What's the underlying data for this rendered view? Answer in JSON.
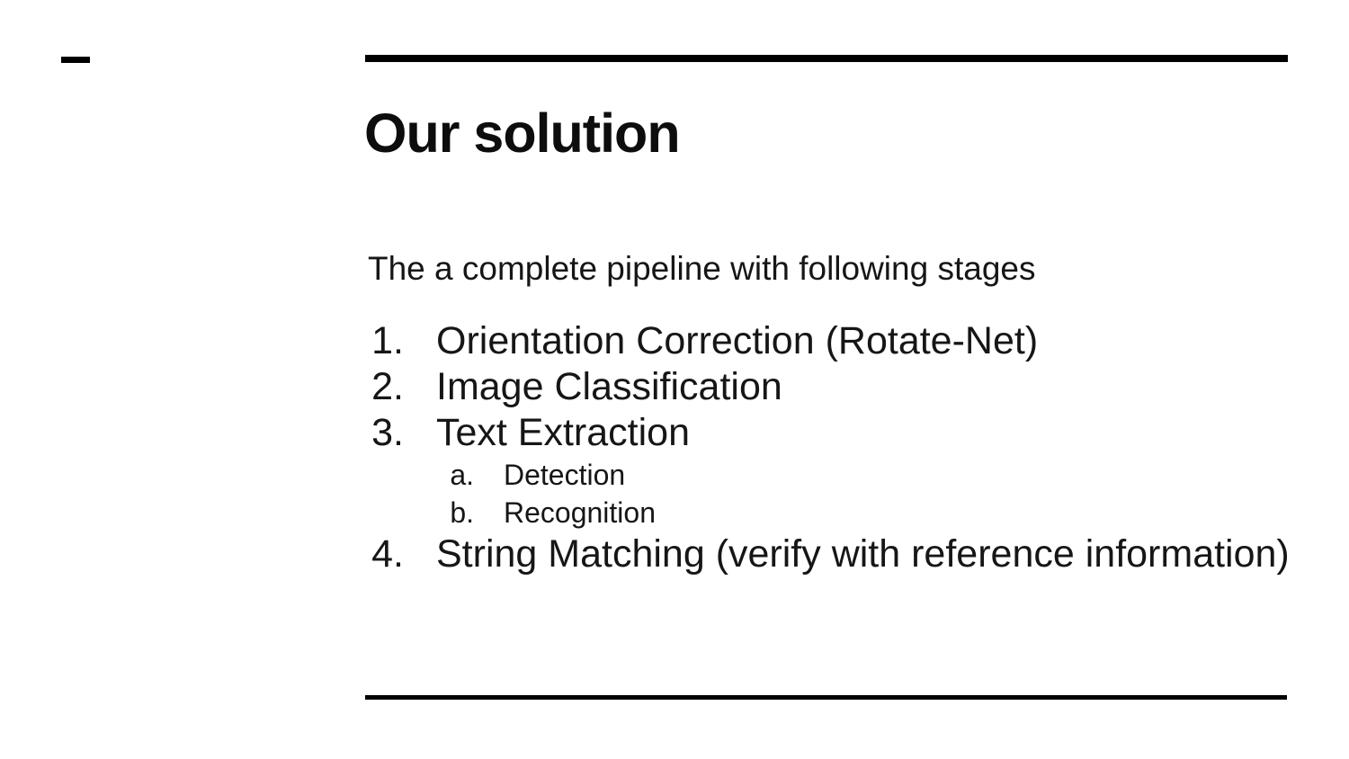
{
  "slide": {
    "title": "Our solution",
    "intro": "The a complete pipeline with following stages",
    "list": [
      {
        "marker": "1.",
        "level": 1,
        "text": "Orientation Correction (Rotate-Net)"
      },
      {
        "marker": "2.",
        "level": 1,
        "text": "Image Classification"
      },
      {
        "marker": "3.",
        "level": 1,
        "text": "Text Extraction"
      },
      {
        "marker": "a.",
        "level": 2,
        "text": "Detection"
      },
      {
        "marker": "b.",
        "level": 2,
        "text": "Recognition"
      },
      {
        "marker": "4.",
        "level": 1,
        "text": "String Matching (verify with reference information)"
      }
    ],
    "colors": {
      "background": "#ffffff",
      "text": "#161616",
      "title_text": "#0d0d0d",
      "rules": "#000000"
    }
  }
}
